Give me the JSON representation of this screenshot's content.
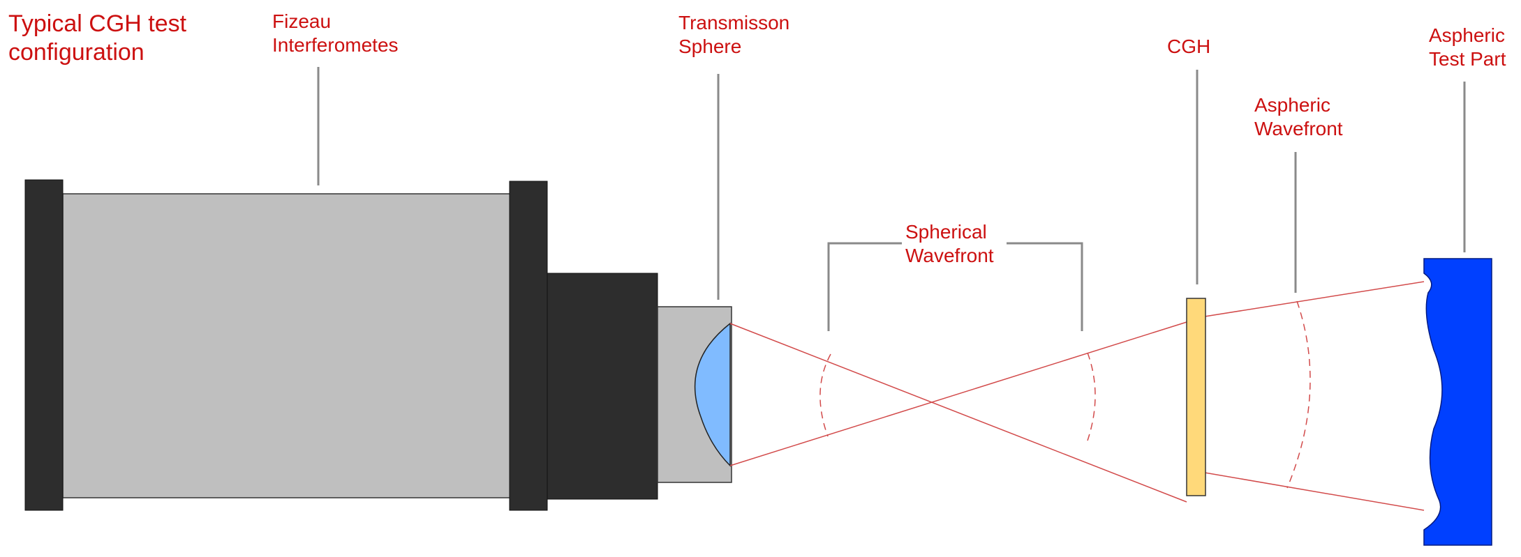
{
  "title": "Typical CGH test\nconfiguration",
  "labels": {
    "interferometer": "Fizeau\nInterferometes",
    "transmission_sphere": "Transmisson\nSphere",
    "spherical_wavefront": "Spherical\nWavefront",
    "cgh": "CGH",
    "aspheric_wavefront": "Aspheric\nWavefront",
    "aspheric_test_part": "Aspheric\nTest Part"
  },
  "colors": {
    "label_text": "#cc1010",
    "flange": "#2d2d2d",
    "body": "#bfbfbf",
    "leader": "#8a8a8a",
    "beam": "#d24a4a",
    "sphere_lens": "#80bbff",
    "cgh_plate": "#ffd97a",
    "test_part": "#0040ff"
  }
}
